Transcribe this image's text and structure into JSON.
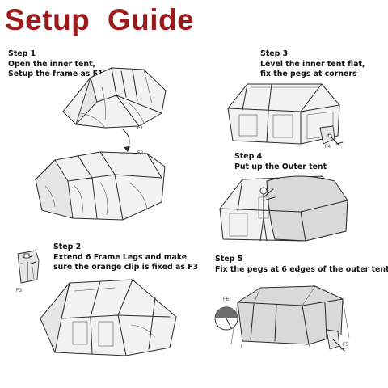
{
  "title": "Setup  Guide",
  "steps": [
    {
      "heading": "Step 1",
      "lines": [
        "Open the inner tent,",
        "Setup the frame as F1/F2"
      ]
    },
    {
      "heading": "Step 2",
      "lines": [
        "Extend 6 Frame Legs and make",
        "sure the orange clip is fixed as F3"
      ]
    },
    {
      "heading": "Step 3",
      "lines": [
        "Level the inner tent flat,",
        "fix the pegs at corners"
      ]
    },
    {
      "heading": "Step 4",
      "lines": [
        "Put up the Outer tent"
      ]
    },
    {
      "heading": "Step 5",
      "lines": [
        "Fix the pegs at 6 edges of the outer tent"
      ]
    }
  ],
  "figures": {
    "f1": "F1",
    "f2": "F2",
    "f3": "F3",
    "f4": "F4",
    "f5": "F5",
    "f6": "F6"
  },
  "colors": {
    "title": "#9b1b1b",
    "text": "#111111",
    "line_art": "#2a2a2a"
  }
}
